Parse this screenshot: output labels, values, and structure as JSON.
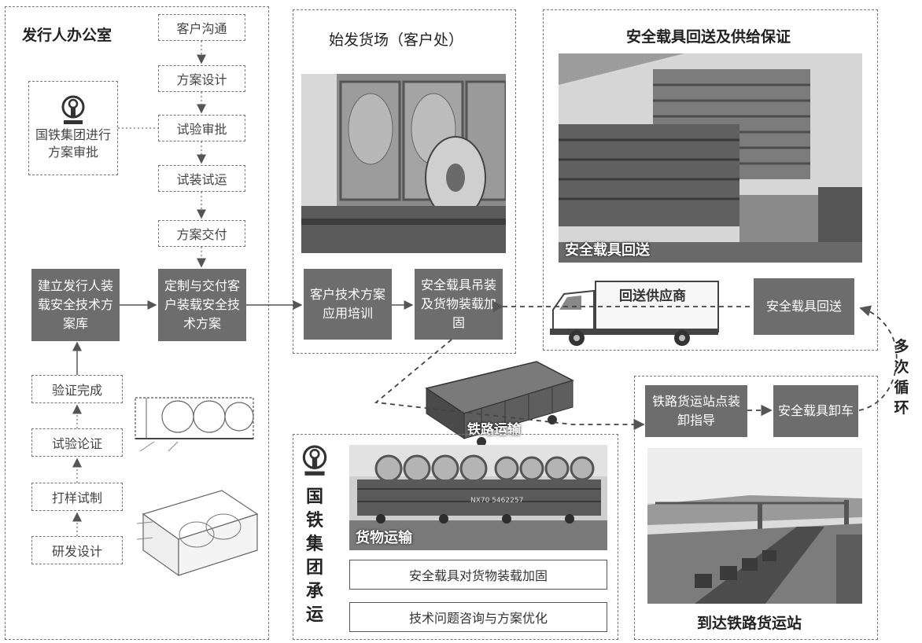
{
  "colors": {
    "dark_box": "#6d6d6d",
    "dashed_border": "#777777",
    "photo_gray": "#8c8c8c"
  },
  "left_panel": {
    "title": "发行人办公室",
    "client_steps": [
      "客户沟通",
      "方案设计",
      "试验审批",
      "试装试运",
      "方案交付"
    ],
    "approval_box": "国铁集团进行方案审批",
    "approval_icon": "china-railway-logo-icon",
    "library_box": "建立发行人装载安全技术方案库",
    "deliver_box": "定制与交付客户装载安全技术方案",
    "rd_steps": [
      "验证完成",
      "试验论证",
      "打样试制",
      "研发设计"
    ]
  },
  "origin_yard": {
    "title": "始发货场（客户处）",
    "training_box": "客户技术方案应用培训",
    "lifting_box": "安全载具吊装及货物装载加固"
  },
  "return_panel": {
    "title": "安全载具回送及供给保证",
    "photo_caption": "安全载具回送",
    "truck_label": "回送供应商",
    "return_box": "安全载具回送"
  },
  "rail_transport_label": "铁路运输",
  "cycle_label": "多次循环",
  "group_panel": {
    "vertical_title": [
      "国",
      "铁",
      "集",
      "团",
      "承",
      "运"
    ],
    "photo_caption": "货物运输",
    "items": [
      "安全载具对货物装载加固",
      "技术问题咨询与方案优化"
    ],
    "train_plate": "NX70 5462257"
  },
  "arrival_panel": {
    "guide_box": "铁路货运站点装卸指导",
    "unload_box": "安全载具卸车",
    "title": "到达铁路货运站"
  }
}
